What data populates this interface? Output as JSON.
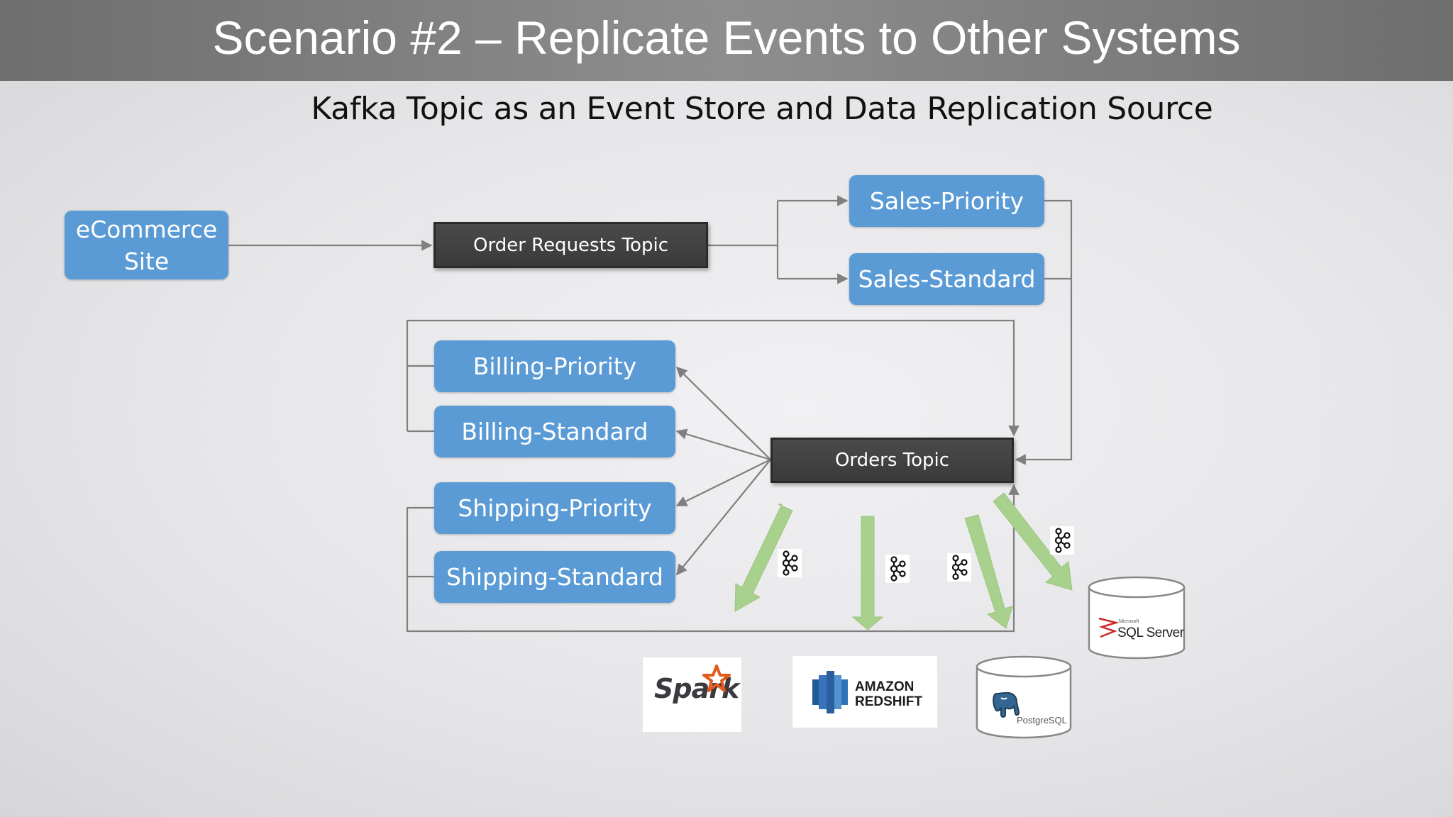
{
  "title": "Scenario #2 – Replicate Events to Other Systems",
  "subtitle": "Kafka Topic as an Event Store and Data Replication Source",
  "nodes": {
    "ecommerce_line1": "eCommerce",
    "ecommerce_line2": "Site",
    "sales_priority": "Sales-Priority",
    "sales_standard": "Sales-Standard",
    "billing_priority": "Billing-Priority",
    "billing_standard": "Billing-Standard",
    "shipping_priority": "Shipping-Priority",
    "shipping_standard": "Shipping-Standard"
  },
  "topics": {
    "order_requests": "Order Requests Topic",
    "orders": "Orders Topic"
  },
  "logos": {
    "spark": "Spark",
    "redshift_line1": "AMAZON",
    "redshift_line2": "REDSHIFT",
    "sql_server_small": "Microsoft",
    "sql_server": "SQL Server",
    "postgresql": "PostgreSQL"
  },
  "colors": {
    "node_blue": "#5b9bd5",
    "topic_dark": "#3f3f3f",
    "connector_gray": "#7f7f7f",
    "replication_green": "#a9d18e"
  },
  "icons": [
    "kafka-icon",
    "spark-star-icon",
    "redshift-icon",
    "postgresql-elephant-icon",
    "sql-server-icon"
  ]
}
